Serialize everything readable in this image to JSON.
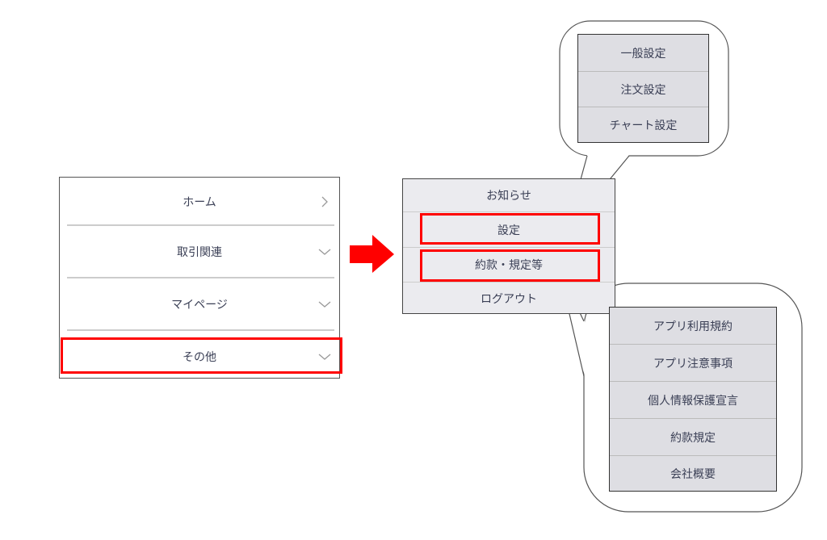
{
  "main_menu": {
    "items": [
      {
        "label": "ホーム",
        "icon": "chevron-right-icon"
      },
      {
        "label": "取引関連",
        "icon": "chevron-down-icon"
      },
      {
        "label": "マイページ",
        "icon": "chevron-down-icon"
      },
      {
        "label": "その他",
        "icon": "chevron-down-icon",
        "highlighted": true
      }
    ]
  },
  "other_menu": {
    "items": [
      {
        "label": "お知らせ"
      },
      {
        "label": "設定",
        "highlighted": true
      },
      {
        "label": "約款・規定等",
        "highlighted": true
      },
      {
        "label": "ログアウト"
      }
    ]
  },
  "settings_submenu": {
    "items": [
      {
        "label": "一般設定"
      },
      {
        "label": "注文設定"
      },
      {
        "label": "チャート設定"
      }
    ]
  },
  "terms_submenu": {
    "items": [
      {
        "label": "アプリ利用規約"
      },
      {
        "label": "アプリ注意事項"
      },
      {
        "label": "個人情報保護宣言"
      },
      {
        "label": "約款規定"
      },
      {
        "label": "会社概要"
      }
    ]
  },
  "colors": {
    "highlight": "#ff0000",
    "arrow": "#ff0000",
    "menu_bg": "#ebebef",
    "submenu_bg": "#dedee3"
  }
}
